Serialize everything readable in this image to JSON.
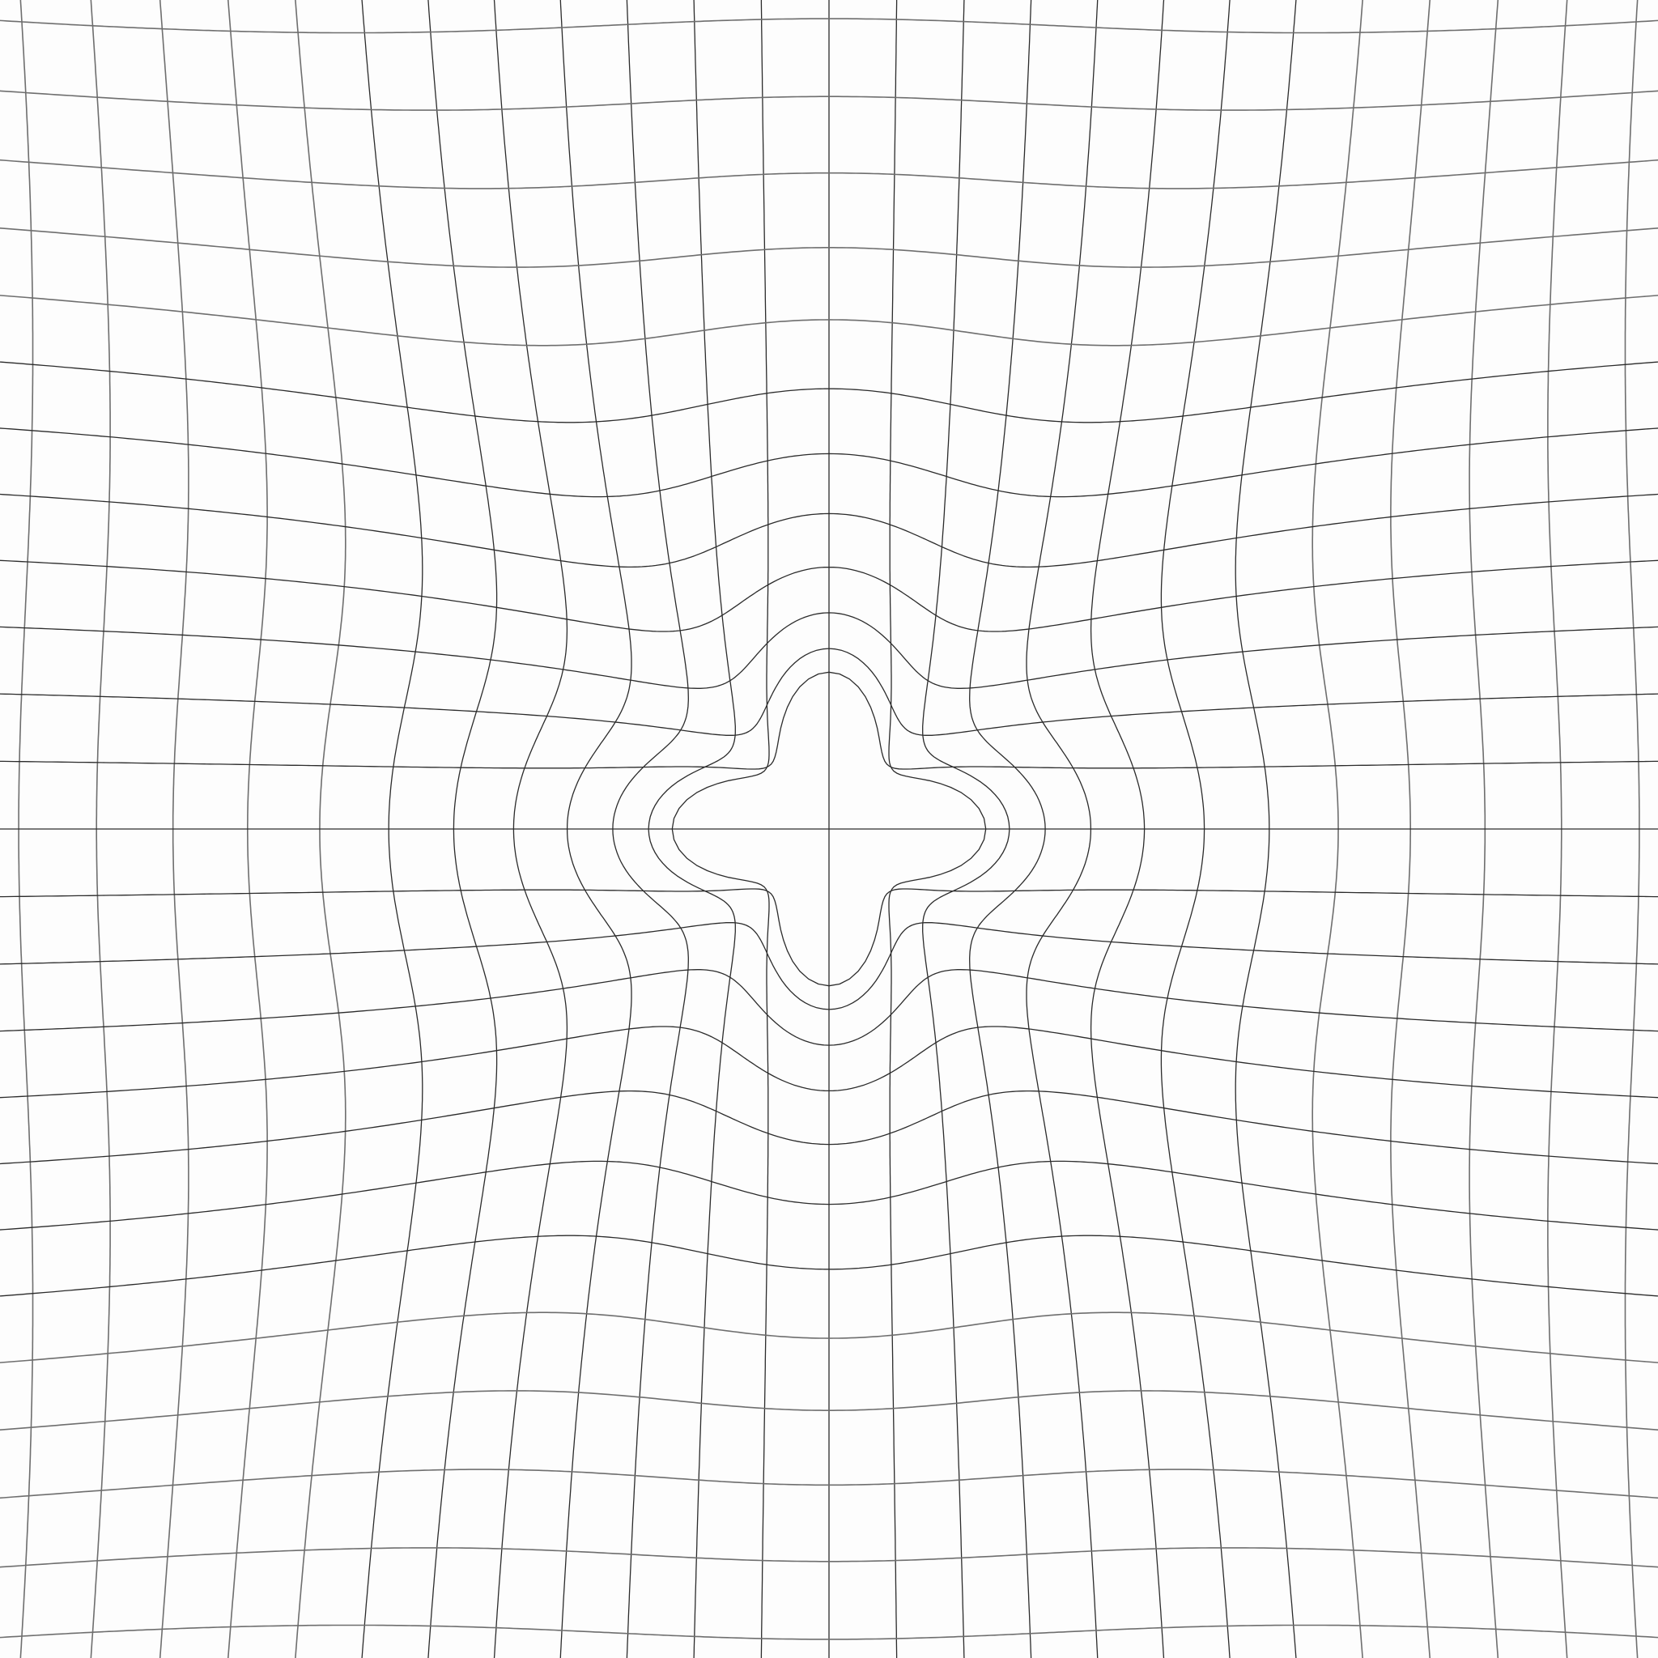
{
  "figure": {
    "kind": "warped-grid",
    "description_visible_text": "",
    "background_color": "#fdfdfd",
    "line_color": "#2b2b2b",
    "line_color_faint": "#6e6e6e",
    "symmetry": "four-fold",
    "center_hole_shape": "four-lobed",
    "lobes": 4
  }
}
